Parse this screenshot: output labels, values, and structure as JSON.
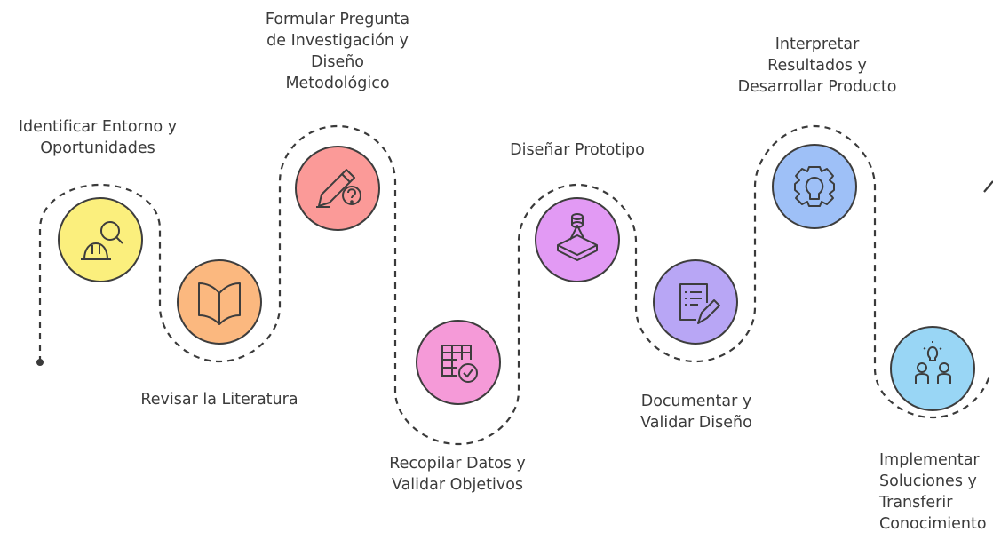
{
  "steps": [
    {
      "label": "Identificar Entorno y\nOportunidades",
      "icon": "hardhat-search-icon",
      "color": "#fbef7d"
    },
    {
      "label": "Revisar la Literatura",
      "icon": "open-book-icon",
      "color": "#fbb87f"
    },
    {
      "label": "Formular Pregunta\nde Investigación y\nDiseño\nMetodológico",
      "icon": "pencil-question-icon",
      "color": "#fb9a98"
    },
    {
      "label": "Recopilar Datos y\nValidar Objetivos",
      "icon": "table-check-icon",
      "color": "#f59ad8"
    },
    {
      "label": "Diseñar Prototipo",
      "icon": "3d-shape-icon",
      "color": "#e29af4"
    },
    {
      "label": "Documentar y\nValidar Diseño",
      "icon": "document-sign-icon",
      "color": "#b8a6f5"
    },
    {
      "label": "Interpretar\nResultados y\nDesarrollar Producto",
      "icon": "gear-bulb-icon",
      "color": "#9ec0f7"
    },
    {
      "label": "Implementar\nSoluciones y\nTransferir\nConocimiento",
      "icon": "people-idea-icon",
      "color": "#99d6f5"
    }
  ],
  "colors": {
    "path": "#3a3a3a",
    "icon_stroke": "#3d3d3d"
  }
}
